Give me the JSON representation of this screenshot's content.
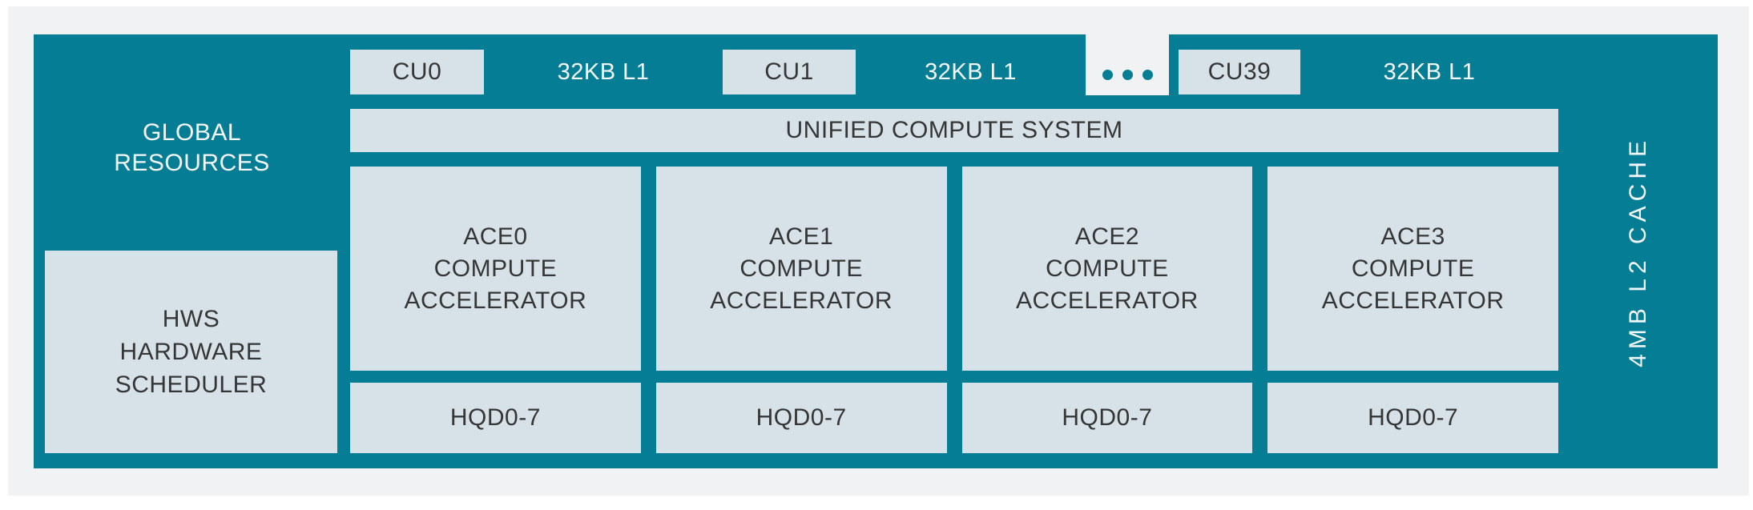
{
  "colors": {
    "teal": "#057E95",
    "light_box": "#D6E2E8",
    "panel_background": "#F0F2F3",
    "dark_text": "#363636",
    "light_text": "#F4F8FA"
  },
  "chip": {
    "global_resources": {
      "lines": [
        "GLOBAL",
        "RESOURCES"
      ]
    },
    "hws": {
      "lines": [
        "HWS",
        "HARDWARE",
        "SCHEDULER"
      ]
    },
    "cu_row": {
      "cu0": "CU0",
      "l1_after_cu0": "32KB L1",
      "cu1": "CU1",
      "l1_after_cu1": "32KB L1",
      "ellipsis": "...",
      "cu39": "CU39",
      "l1_after_cu39": "32KB L1"
    },
    "unified_compute_system": "UNIFIED COMPUTE SYSTEM",
    "aces": [
      {
        "lines": [
          "ACE0",
          "COMPUTE",
          "ACCELERATOR"
        ],
        "hqd": "HQD0-7"
      },
      {
        "lines": [
          "ACE1",
          "COMPUTE",
          "ACCELERATOR"
        ],
        "hqd": "HQD0-7"
      },
      {
        "lines": [
          "ACE2",
          "COMPUTE",
          "ACCELERATOR"
        ],
        "hqd": "HQD0-7"
      },
      {
        "lines": [
          "ACE3",
          "COMPUTE",
          "ACCELERATOR"
        ],
        "hqd": "HQD0-7"
      }
    ],
    "l2_cache": "4MB L2 CACHE"
  }
}
